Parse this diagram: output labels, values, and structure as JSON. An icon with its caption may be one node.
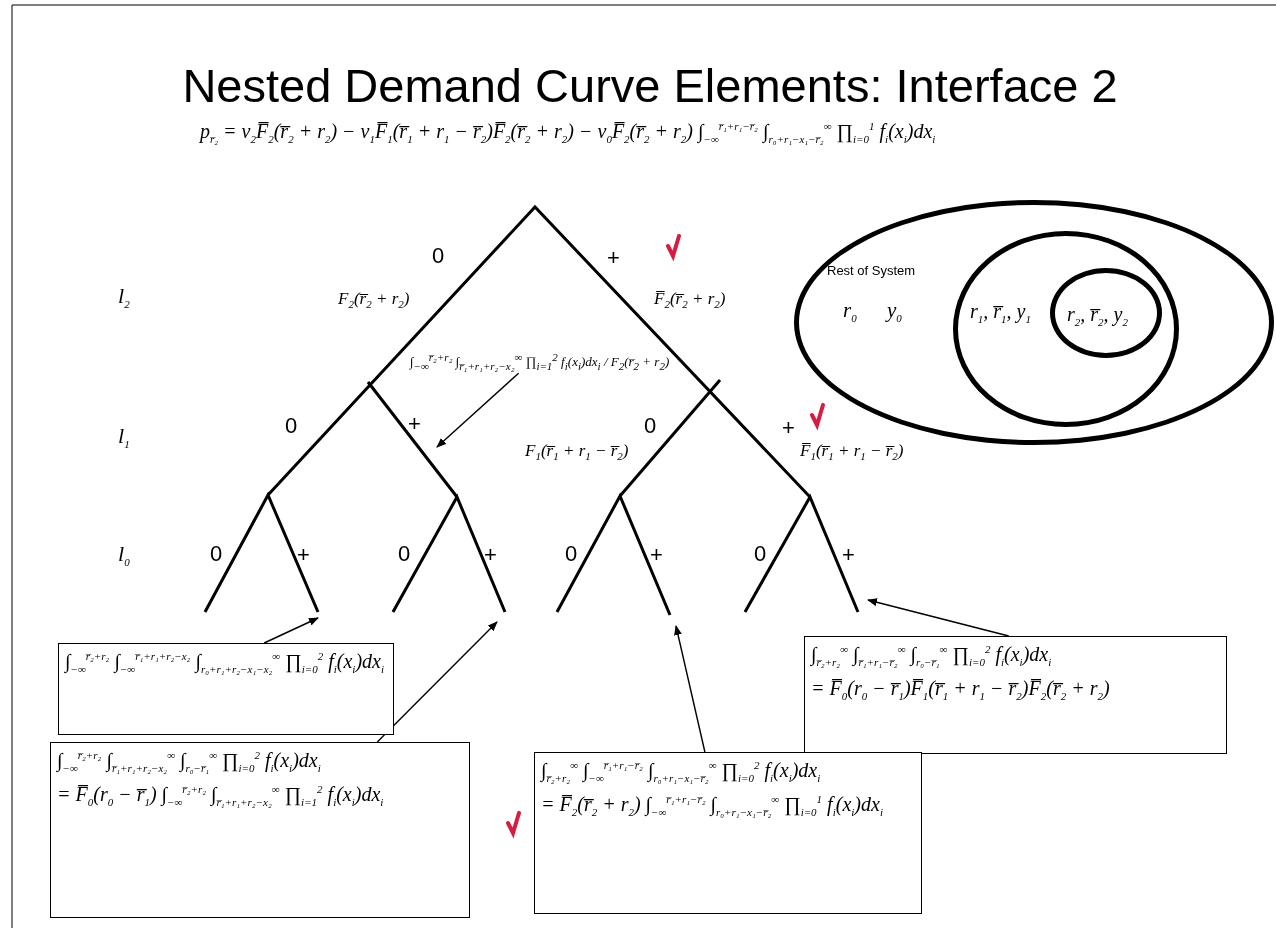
{
  "diagram": {
    "title": "Nested Demand Curve Elements: Interface 2",
    "nodes": [
      {
        "text": [
          "Rest of System",
          "r$_{0}$",
          "y$_{0}$"
        ]
      },
      {
        "text": [
          "r$_{1}$, r̅$_{1}$, y$_{1}$"
        ],
        "in": 0
      },
      {
        "text": [
          "r$_{2}$, r̅$_{2}$, y$_{2}$"
        ],
        "in": 1
      },
      {
        "text": [
          "∫$_{−∞}$$^{r̅₂+r₂}$ ∫$_{r̅₁+r₁+r₂−x₂}$$^{∞}$ ∏$_{i=1}$$^{2}$ f$_{i}$(x$_{i}$)dx$_{i}$ / F$_{2}$(r̅$_{2}$ + r$_{2}$)"
        ]
      },
      {
        "text": [
          "∫$_{r̅₂+r₂}$$^{∞}$ ∫$_{r̅₁+r₁−r̅₂}$$^{∞}$ ∫$_{r₀−r̅₁}$$^{∞}$ ∏$_{i=0}$$^{2}$ f$_{i}$(x$_{i}$)dx$_{i}$",
          "= F̅$_{0}$(r$_{0}$ − r̅$_{1}$)F̅$_{1}$(r̅$_{1}$ + r$_{1}$ − r̅$_{2}$)F̅$_{2}$(r̅$_{2}$ + r$_{2}$)"
        ]
      },
      {
        "text": [
          "∫$_{−∞}$$^{r̅₂+r₂}$ ∫$_{−∞}$$^{r̅₁+r₁+r₂−x₂}$ ∫$_{r₀+r₁+r₂−x₁−x₂}$$^{∞}$ ∏$_{i=0}$$^{2}$ f$_{i}$(x$_{i}$)dx$_{i}$"
        ]
      },
      {
        "text": [
          "∫$_{−∞}$$^{r̅₂+r₂}$ ∫$_{r̅₁+r₁+r₂−x₂}$$^{∞}$ ∫$_{r₀−r̅₁}$$^{∞}$ ∏$_{i=0}$$^{2}$ f$_{i}$(x$_{i}$)dx$_{i}$",
          "= F̅$_{0}$(r$_{0}$ − r̅$_{1}$) ∫$_{−∞}$$^{r̅₂+r₂}$ ∫$_{r̅₁+r₁+r₂−x₂}$$^{∞}$ ∏$_{i=1}$$^{2}$ f$_{i}$(x$_{i}$)dx$_{i}$"
        ]
      },
      {
        "text": [
          "∫$_{r̅₂+r₂}$$^{∞}$ ∫$_{−∞}$$^{r̅₁+r₁−r̅₂}$ ∫$_{r₀+r₁−x₁−r̅₂}$$^{∞}$ ∏$_{i=0}$$^{2}$ f$_{i}$(x$_{i}$)dx$_{i}$",
          "= F̅$_{2}$(r̅$_{2}$ + r$_{2}$) ∫$_{−∞}$$^{r̅₁+r₁−r̅₂}$ ∫$_{r₀+r₁−x₁−r̅₂}$$^{∞}$ ∏$_{i=0}$$^{1}$ f$_{i}$(x$_{i}$)dx$_{i}$"
        ]
      }
    ],
    "edges": [
      {
        "from": 3,
        "to": null,
        "arrow": "to"
      },
      {
        "from": 4,
        "to": null,
        "arrow": "to"
      },
      {
        "from": 5,
        "to": null,
        "arrow": "to"
      },
      {
        "from": 6,
        "to": null,
        "arrow": "to"
      },
      {
        "from": 7,
        "to": null,
        "arrow": "to"
      }
    ],
    "labels": [
      "p$_{r̅₂}$ = v$_{2}$F̅$_{2}$(r̅$_{2}$ + r$_{2}$) − v$_{1}$F̅$_{1}$(r̅$_{1}$ + r$_{1}$ − r̅$_{2}$)F̅$_{2}$(r̅$_{2}$ + r$_{2}$) − v$_{0}$F̅$_{2}$(r̅$_{2}$ + r$_{2}$) ∫$_{−∞}$$^{r̅₁+r₁−r̅₂}$ ∫$_{r₀+r₁−x₁−r̅₂}$$^{∞}$ ∏$_{i=0}$$^{1}$ f$_{i}$(x$_{i}$)dx$_{i}$",
      "0",
      "+",
      "l$_{2}$",
      "F$_{2}$(r̅$_{2}$ + r$_{2}$)",
      "F̅$_{2}$(r̅$_{2}$ + r$_{2}$)",
      "l$_{1}$",
      "0",
      "+",
      "0",
      "+",
      "F$_{1}$(r̅$_{1}$ + r$_{1}$ − r̅$_{2}$)",
      "F̅$_{1}$(r̅$_{1}$ + r$_{1}$ − r̅$_{2}$)",
      "l$_{0}$",
      "0",
      "+",
      "0",
      "+",
      "0",
      "+",
      "0",
      "+"
    ]
  }
}
